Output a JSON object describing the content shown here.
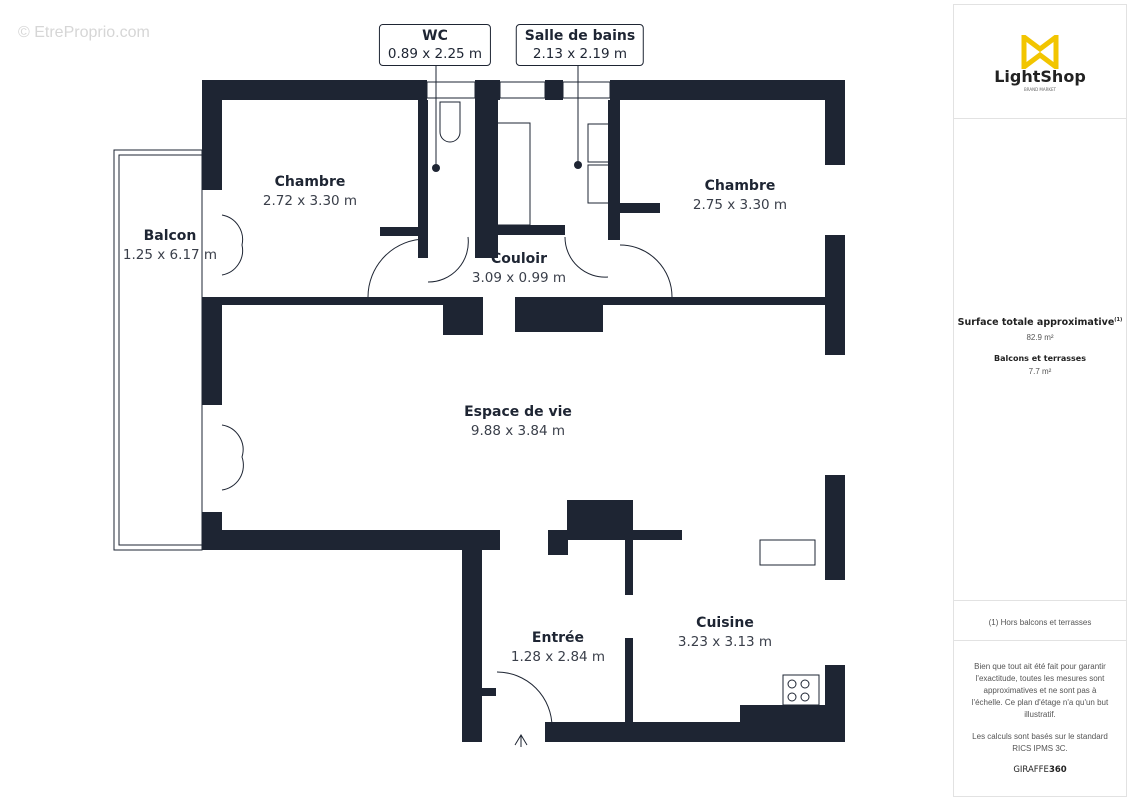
{
  "watermark": "© EtreProprio.com",
  "rooms": {
    "chambre1": {
      "name": "Chambre",
      "dims": "2.72 x 3.30 m"
    },
    "chambre2": {
      "name": "Chambre",
      "dims": "2.75 x 3.30 m"
    },
    "balcon": {
      "name": "Balcon",
      "dims": "1.25 x 6.17 m"
    },
    "couloir": {
      "name": "Couloir",
      "dims": "3.09 x 0.99 m"
    },
    "espace": {
      "name": "Espace de vie",
      "dims": "9.88 x 3.84 m"
    },
    "entree": {
      "name": "Entrée",
      "dims": "1.28 x 2.84 m"
    },
    "cuisine": {
      "name": "Cuisine",
      "dims": "3.23 x 3.13 m"
    },
    "wc": {
      "name": "WC",
      "dims": "0.89 x 2.25 m"
    },
    "sdb": {
      "name": "Salle de bains",
      "dims": "2.13 x 2.19 m"
    }
  },
  "panel": {
    "logo": "LightShop",
    "logo_sub": "BRAND MARKET",
    "surface_label": "Surface totale approximative",
    "surface_sup": "(1)",
    "surface_value": "82.9 m²",
    "balcons_label": "Balcons et terrasses",
    "balcons_value": "7.7 m²",
    "footnote": "(1) Hors balcons et terrasses",
    "disclaimer": "Bien que tout ait été fait pour garantir l'exactitude, toutes les mesures sont approximatives et ne sont pas à l'échelle. Ce plan d'étage n'a qu'un but illustratif.",
    "standard": "Les calculs sont basés sur le standard RICS IPMS 3C.",
    "brand_a": "GIRAFFE",
    "brand_b": "360"
  },
  "colors": {
    "wall": "#1e2533",
    "logo": "#f2c500"
  }
}
